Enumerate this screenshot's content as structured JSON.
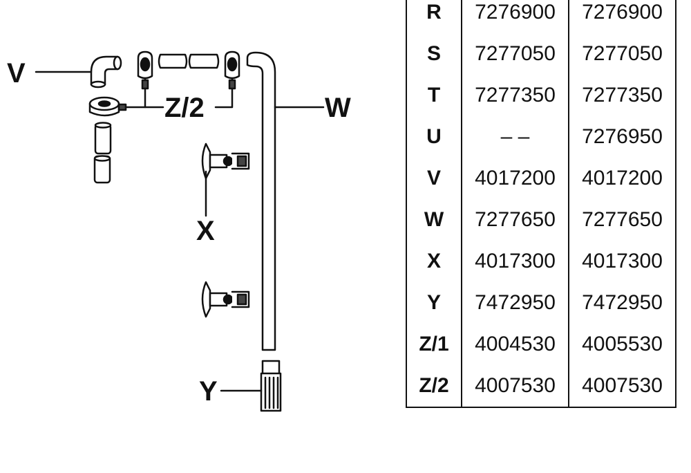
{
  "diagram": {
    "callouts": {
      "v": "V",
      "z2": "Z/2",
      "w": "W",
      "x": "X",
      "y": "Y"
    }
  },
  "parts_table": {
    "rows": [
      {
        "code": "R",
        "col1": "7276900",
        "col2": "7276900"
      },
      {
        "code": "S",
        "col1": "7277050",
        "col2": "7277050"
      },
      {
        "code": "T",
        "col1": "7277350",
        "col2": "7277350"
      },
      {
        "code": "U",
        "col1": "– –",
        "col2": "7276950"
      },
      {
        "code": "V",
        "col1": "4017200",
        "col2": "4017200"
      },
      {
        "code": "W",
        "col1": "7277650",
        "col2": "7277650"
      },
      {
        "code": "X",
        "col1": "4017300",
        "col2": "4017300"
      },
      {
        "code": "Y",
        "col1": "7472950",
        "col2": "7472950"
      },
      {
        "code": "Z/1",
        "col1": "4004530",
        "col2": "4005530"
      },
      {
        "code": "Z/2",
        "col1": "4007530",
        "col2": "4007530"
      }
    ]
  }
}
